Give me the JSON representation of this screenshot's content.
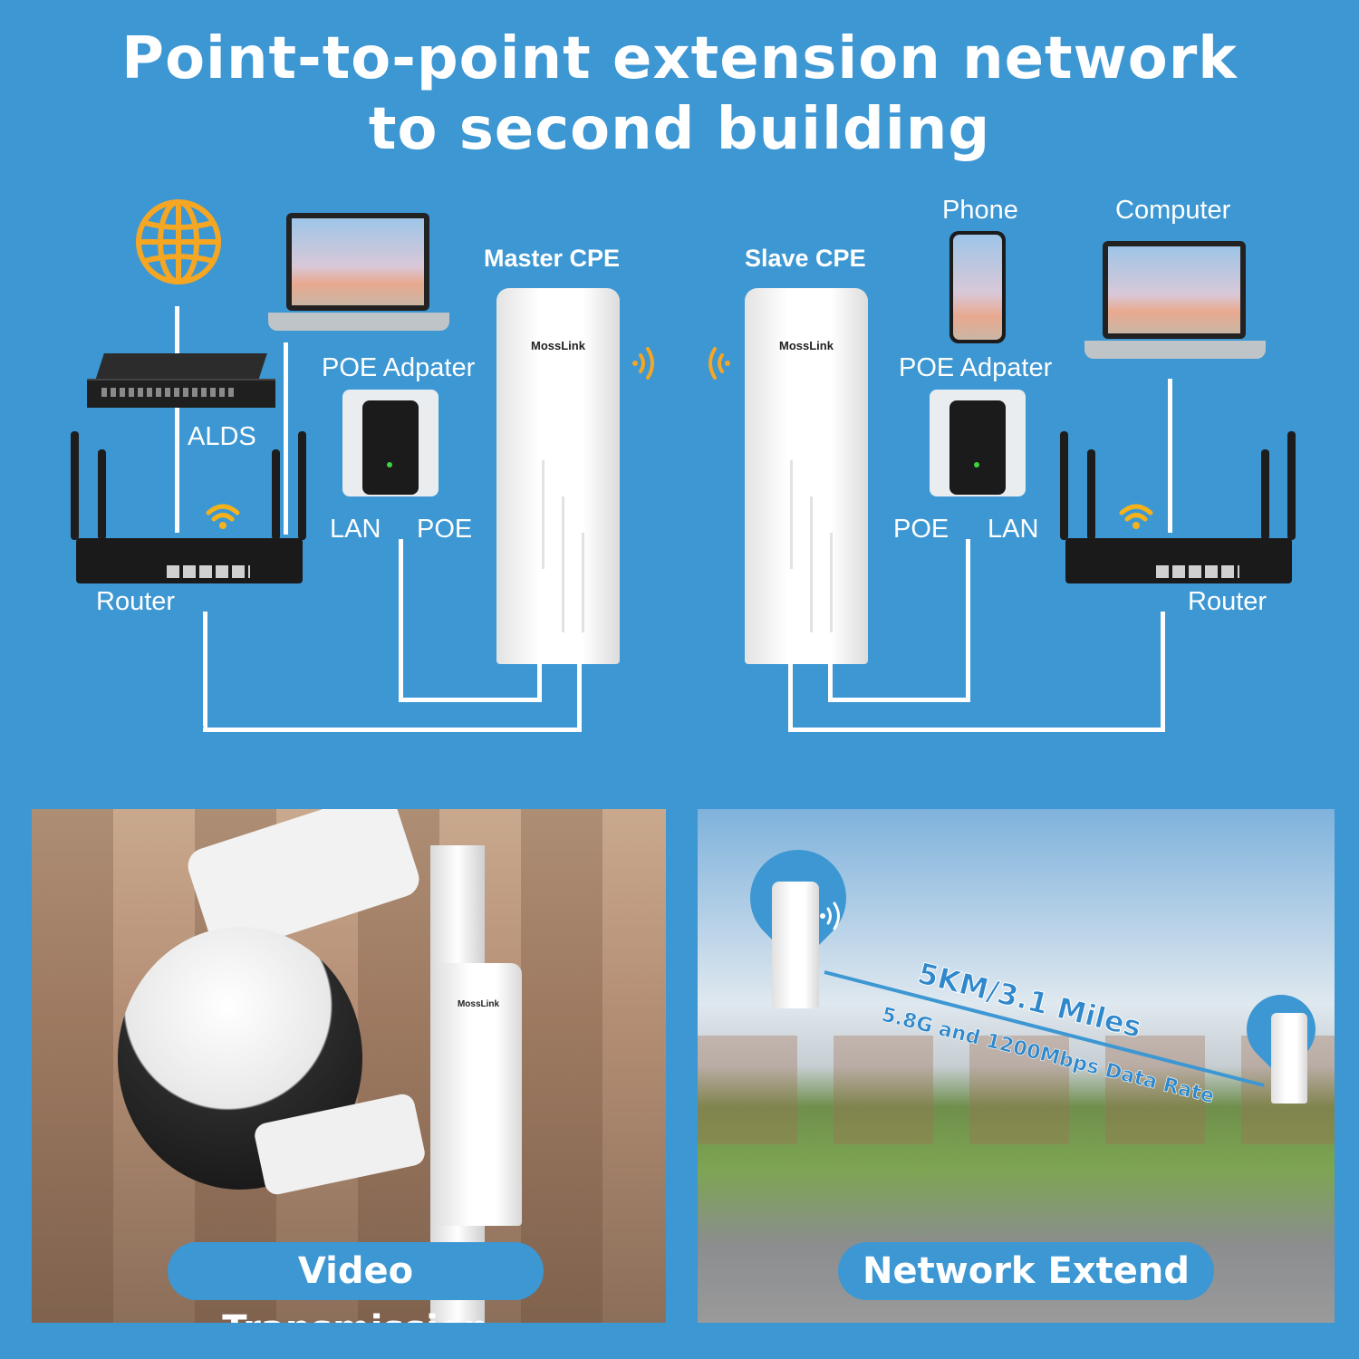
{
  "title": {
    "line1": "Point-to-point extension network",
    "line2": "to second building"
  },
  "diagram": {
    "master_cpe": "Master CPE",
    "slave_cpe": "Slave CPE",
    "brand": "MossLink",
    "alds": "ALDS",
    "router": "Router",
    "poe_adapter": "POE Adpater",
    "lan": "LAN",
    "poe": "POE",
    "phone": "Phone",
    "computer": "Computer"
  },
  "panels": {
    "video": {
      "caption": "Video Transmission"
    },
    "network": {
      "caption": "Network Extend",
      "distance": "5KM/3.1 Miles",
      "rate": "5.8G and 1200Mbps Data Rate"
    }
  },
  "colors": {
    "background": "#3d97d3",
    "accent": "#f5a623",
    "wifi": "#f6b21b"
  }
}
